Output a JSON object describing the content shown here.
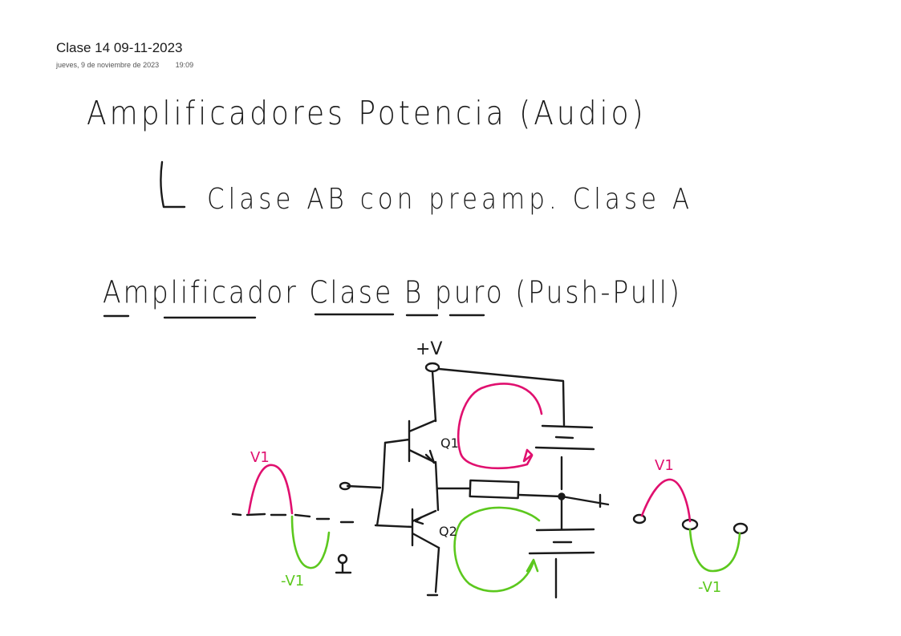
{
  "page": {
    "title": "Clase 14 09-11-2023",
    "date": "jueves, 9 de noviembre de 2023",
    "time": "19:09"
  },
  "notes": {
    "line1": "Amplificadores Potencia (Audio)",
    "line2": "Clase AB con preamp. Clase A",
    "line3": "Amplificador Clase B puro (Push-Pull)"
  },
  "circuit": {
    "supply_label": "+V",
    "q1_label": "Q1",
    "q2_label": "Q2"
  },
  "waveforms": {
    "input_pos_label": "V1",
    "input_neg_label": "-V1",
    "output_pos_label": "V1",
    "output_neg_label": "-V1"
  },
  "colors": {
    "ink": "#1a1a1a",
    "positive": "#e0106f",
    "negative": "#5cc81e"
  }
}
